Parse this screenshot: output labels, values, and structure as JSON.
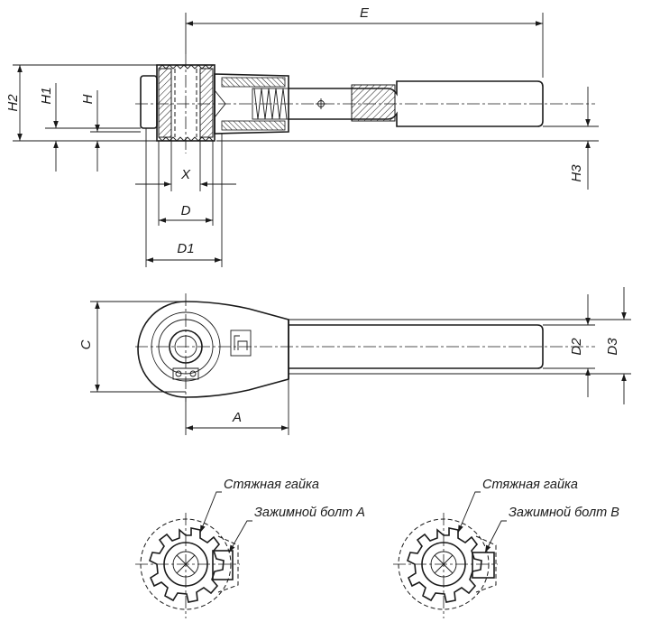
{
  "dimensions": {
    "E": "E",
    "H2": "H2",
    "H1": "H1",
    "H": "H",
    "H3": "H3",
    "X": "X",
    "D": "D",
    "D1": "D1",
    "C": "C",
    "A": "A",
    "D2": "D2",
    "D3": "D3"
  },
  "notes": {
    "left_nut": "Стяжная гайка",
    "left_bolt": "Зажимной болт А",
    "right_nut": "Стяжная гайка",
    "right_bolt": "Зажимной болт В"
  }
}
